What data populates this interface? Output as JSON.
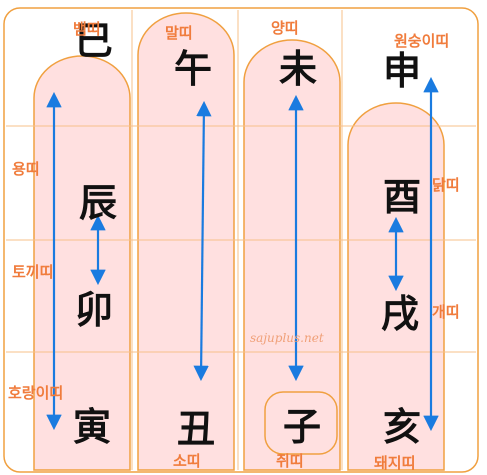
{
  "diagram": {
    "colors": {
      "frame": "#f0a040",
      "pill_fill": "#ffe0e0",
      "pill_stroke": "#f0a040",
      "arrow": "#1a7be0",
      "animal_text": "#f07c3c",
      "zodiac_text": "#111111",
      "watermark_text": "#f0a078"
    },
    "zodiac": {
      "sa": "巳",
      "o": "午",
      "mi": "未",
      "sin": "申",
      "jin": "辰",
      "yu": "酉",
      "myo": "卯",
      "sul": "戌",
      "in": "寅",
      "chuk": "丑",
      "ja": "子",
      "hae": "亥"
    },
    "animals": {
      "snake": "뱀띠",
      "horse": "말띠",
      "sheep": "양띠",
      "monkey": "원숭이띠",
      "dragon": "용띠",
      "rooster": "닭띠",
      "rabbit": "토끼띠",
      "dog": "개띠",
      "tiger": "호랑이띠",
      "ox": "소띠",
      "rat": "쥐띠",
      "pig": "돼지띠"
    },
    "watermark": "sajuplus.net",
    "pairs": [
      [
        "巳",
        "寅"
      ],
      [
        "辰",
        "卯"
      ],
      [
        "午",
        "丑"
      ],
      [
        "未",
        "子"
      ],
      [
        "申",
        "亥"
      ],
      [
        "酉",
        "戌"
      ]
    ]
  }
}
